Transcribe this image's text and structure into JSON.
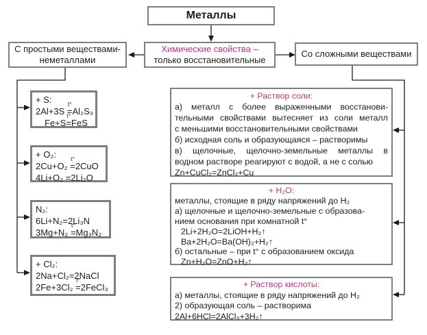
{
  "colors": {
    "accent": "#c5337f",
    "border": "#7e7e7e",
    "text": "#1c1c1c"
  },
  "root": {
    "title": "Металлы"
  },
  "chem": {
    "line1": "Химические свойства –",
    "line2": "только восстановительные"
  },
  "left_branch": {
    "line1": "С простыми веществами-",
    "line2": "неметаллами"
  },
  "right_branch": {
    "label": "Со сложными веществами"
  },
  "simple": [
    {
      "title": "+ S:",
      "eq1": {
        "a": "2Al+3S ",
        "s": "=",
        "t": "t°",
        "b": "Al₂S₃"
      },
      "eq2": {
        "a": "Fe+S",
        "s": "=",
        "t": "t°",
        "b": "FeS"
      }
    },
    {
      "title": "+ O₂:",
      "eq1": {
        "a": "2Cu+O₂ ",
        "s": "=",
        "t": "t°",
        "b": "2CuO"
      },
      "eq2": {
        "a": "4Li+O₂ =2Li₂O",
        "s": "",
        "t": "",
        "b": ""
      }
    },
    {
      "title": "N₂:",
      "eq1": {
        "a": "6Li+N₂=2Li₃N",
        "s": "",
        "t": "",
        "b": ""
      },
      "eq2": {
        "a": "3Mg+N₂ ",
        "s": "=",
        "t": "t°",
        "b": "Mg₃N₂"
      }
    },
    {
      "title": "+ Cl₂:",
      "eq1": {
        "a": "2Na+Cl₂=2NaCl",
        "s": "",
        "t": "",
        "b": ""
      },
      "eq2": {
        "a": "2Fe+3Cl₂ ",
        "s": "=",
        "t": "t°",
        "b": "2FeCl₃"
      }
    }
  ],
  "salt": {
    "title": "+ Раствор соли:",
    "lines": [
      "а) металл с более выраженными восстанови-",
      "тельными свойствами вытесняет из соли металл",
      "с меньшими восстановительными свойствами",
      "б) исходная соль и образующаяся – растворимы",
      "в) щелочные, щелочно-земельные металлы в",
      "водном растворе реагируют с водой, а не с солью",
      "Zn+CuCl₂=ZnCl₂+Cu"
    ]
  },
  "water": {
    "title": "+ H₂O:",
    "lines": [
      "металлы, стоящие в ряду напряжений до H₂",
      "а) щелочные и щелочно-земельные с образова-",
      "нием основания при комнатной t°",
      "2Li+2H₂O=2LiOH+H₂↑",
      "Ba+2H₂O=Ba(OH)₂+H₂↑",
      "б) остальные – при t° с образованием оксида",
      "Zn+H₂O=ZnO+H₂↑"
    ]
  },
  "acid": {
    "title": "+ Раствор кислоты:",
    "lines": [
      "а) металлы, стоящие в ряду напряжений до H₂",
      "2) образующая соль – растворима",
      "2Al+6HCl=2AlCl₃+3H₂↑"
    ]
  }
}
